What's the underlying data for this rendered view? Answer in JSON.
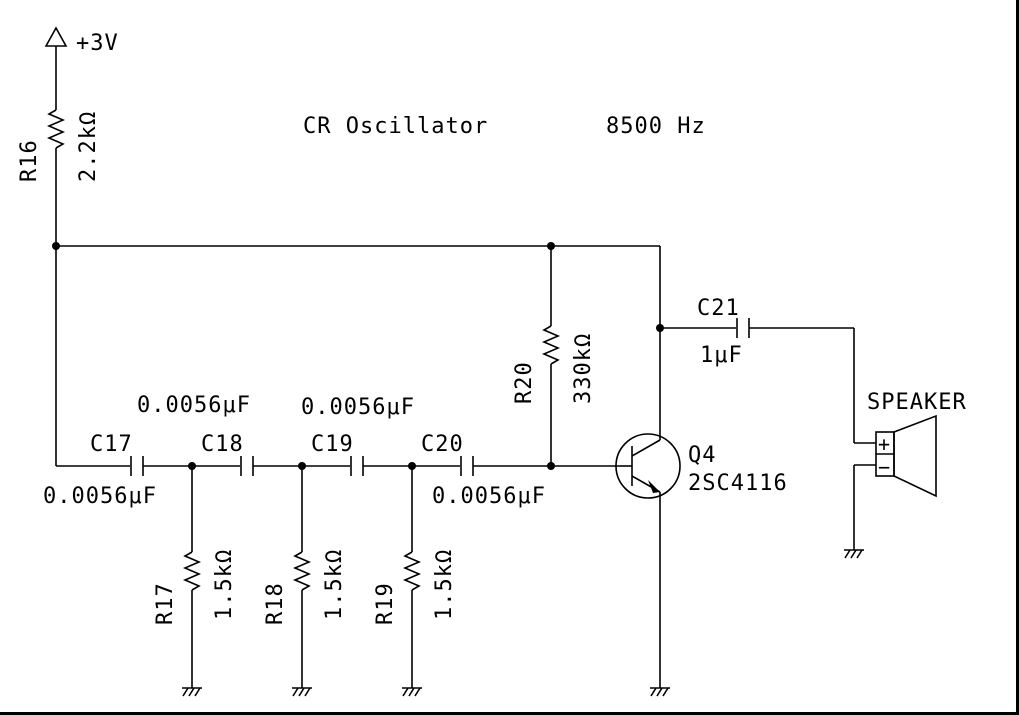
{
  "title": "CR Oscillator",
  "frequency": "8500 Hz",
  "supply": "+3V",
  "components": {
    "r16": {
      "ref": "R16",
      "value": "2.2kΩ"
    },
    "r17": {
      "ref": "R17",
      "value": "1.5kΩ"
    },
    "r18": {
      "ref": "R18",
      "value": "1.5kΩ"
    },
    "r19": {
      "ref": "R19",
      "value": "1.5kΩ"
    },
    "r20": {
      "ref": "R20",
      "value": "330kΩ"
    },
    "c17": {
      "ref": "C17",
      "value": "0.0056μF"
    },
    "c18": {
      "ref": "C18",
      "value": "0.0056μF"
    },
    "c19": {
      "ref": "C19",
      "value": "0.0056μF"
    },
    "c20": {
      "ref": "C20",
      "value": "0.0056μF"
    },
    "c21": {
      "ref": "C21",
      "value": "1μF"
    },
    "q4": {
      "ref": "Q4",
      "value": "2SC4116"
    },
    "speaker": {
      "ref": "SPEAKER",
      "plus": "+",
      "minus": "−"
    }
  }
}
